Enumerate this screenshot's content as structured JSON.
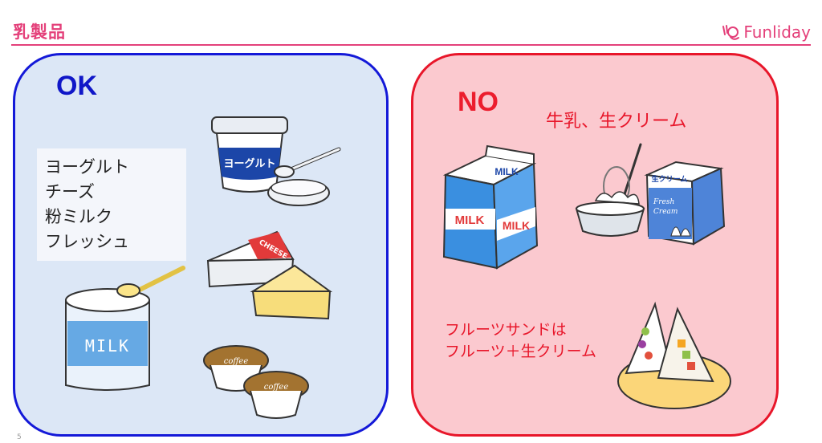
{
  "header": {
    "title": "乳製品",
    "brand": "Funliday",
    "accent": "#e4407a"
  },
  "ok_panel": {
    "label": "OK",
    "border_color": "#1419d8",
    "items": [
      "ヨーグルト",
      "チーズ",
      "粉ミルク",
      "フレッシュ"
    ],
    "yogurt_label": "ヨーグルト",
    "cheese_label": "CHEESE",
    "milk_can_label": "MILK",
    "coffee_label": "coffee"
  },
  "no_panel": {
    "label": "NO",
    "border_color": "#e8162a",
    "note_top": "牛乳、生クリーム",
    "note_bottom_line1": "フルーツサンドは",
    "note_bottom_line2": "フルーツ＋生クリーム",
    "milk_carton_label": "MILK",
    "cream_carton_label": "生クリーム",
    "cream_sub1": "Fresh",
    "cream_sub2": "Cream"
  },
  "footer": {
    "page_number": "5"
  }
}
